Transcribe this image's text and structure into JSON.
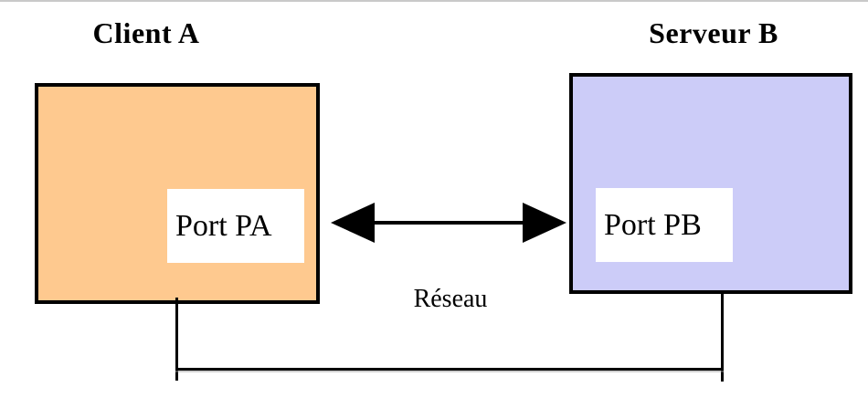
{
  "diagram": {
    "client": {
      "title": "Client A",
      "port_label": "Port PA",
      "fill_color": "#FEC98F"
    },
    "server": {
      "title": "Serveur B",
      "port_label": "Port PB",
      "fill_color": "#CCCCF8"
    },
    "network_label": "Réseau",
    "arrow": {
      "type": "bidirectional-horizontal",
      "color": "#000000"
    },
    "colors": {
      "border": "#000000",
      "connector_line": "#000000",
      "top_edge": "#c9c9c9",
      "port_background": "#ffffff",
      "page_background": "#ffffff"
    }
  }
}
